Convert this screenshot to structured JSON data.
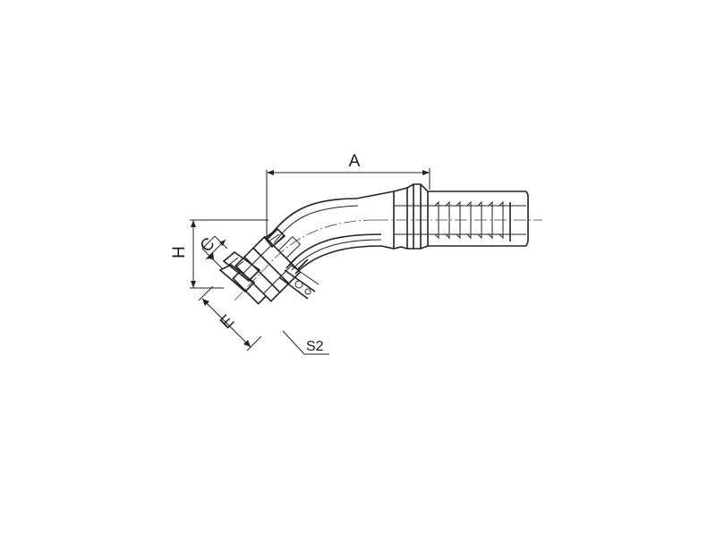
{
  "dimension_labels": {
    "a": "A",
    "h": "H",
    "c": "C",
    "e": "E",
    "s2": "S2"
  }
}
